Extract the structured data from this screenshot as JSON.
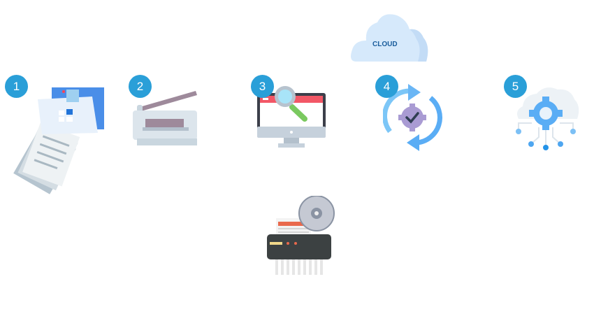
{
  "steps": [
    {
      "number": "1",
      "icon": "documents-folder-icon"
    },
    {
      "number": "2",
      "icon": "scanner-icon"
    },
    {
      "number": "3",
      "icon": "monitor-search-icon"
    },
    {
      "number": "4",
      "icon": "sync-gear-icon"
    },
    {
      "number": "5",
      "icon": "cloud-gear-network-icon"
    }
  ],
  "cloud": {
    "label": "CLOUD"
  },
  "bottom": {
    "icon": "shredder-disc-icon"
  },
  "colors": {
    "badge": "#2a9fd8",
    "cloud": "#d6e9fb",
    "cloud_text": "#1a5d9c"
  }
}
